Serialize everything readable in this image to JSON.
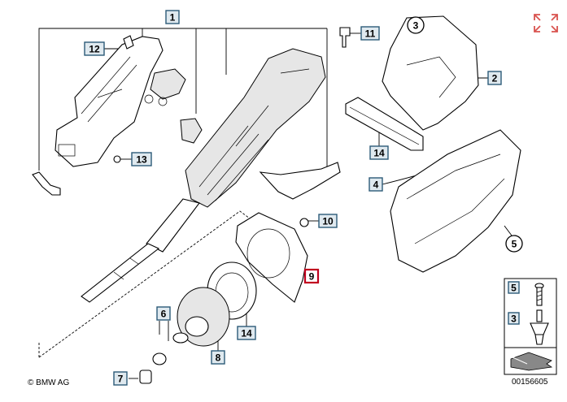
{
  "callouts": {
    "c1": "1",
    "c2": "2",
    "c3": "3",
    "c4": "4",
    "c5": "5",
    "c6": "6",
    "c7": "7",
    "c8": "8",
    "c9": "9",
    "c10": "10",
    "c11": "11",
    "c12": "12",
    "c13": "13",
    "c14a": "14",
    "c14b": "14"
  },
  "legend": {
    "item_5": "5",
    "item_3": "3"
  },
  "footer": {
    "copyright": "© BMW AG",
    "diagram_number": "00156605"
  },
  "colors": {
    "label_fill": "#dfe9ef",
    "label_stroke": "#2c5a78",
    "selected_stroke": "#c0001e",
    "expand_icon": "#d9534f"
  },
  "icons": {
    "expand": "expand-arrows-icon",
    "direction": "direction-arrow-icon"
  }
}
